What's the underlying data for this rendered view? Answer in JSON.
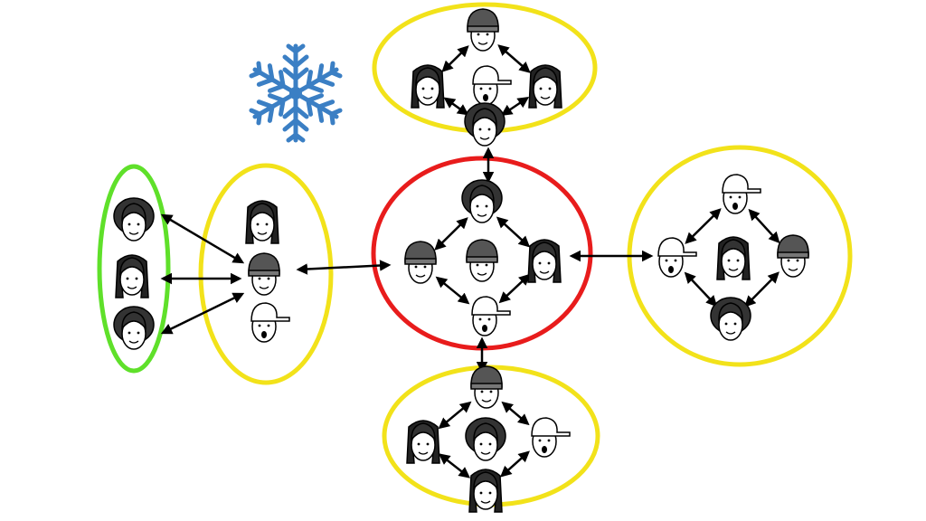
{
  "colors": {
    "snowflake": "#3b7fc4",
    "group_green": "#5fe02a",
    "group_yellow": "#f2e21a",
    "group_red": "#e81c1c",
    "arrow": "#000000"
  },
  "snowflake_icon": "snowflake-icon",
  "groups": [
    {
      "id": "green",
      "color": "group_green",
      "faces": [
        "curly",
        "long",
        "curly"
      ]
    },
    {
      "id": "left",
      "color": "group_yellow",
      "faces": [
        "long",
        "beanie",
        "cap"
      ]
    },
    {
      "id": "center",
      "color": "group_red",
      "faces": [
        "curly",
        "beanie",
        "beanie",
        "long",
        "cap"
      ]
    },
    {
      "id": "top",
      "color": "group_yellow",
      "faces": [
        "beanie",
        "long",
        "cap",
        "long",
        "curly"
      ]
    },
    {
      "id": "right",
      "color": "group_yellow",
      "faces": [
        "cap",
        "cap",
        "long",
        "beanie",
        "curly"
      ]
    },
    {
      "id": "bottom",
      "color": "group_yellow",
      "faces": [
        "beanie",
        "long",
        "curly",
        "cap",
        "long"
      ]
    }
  ]
}
